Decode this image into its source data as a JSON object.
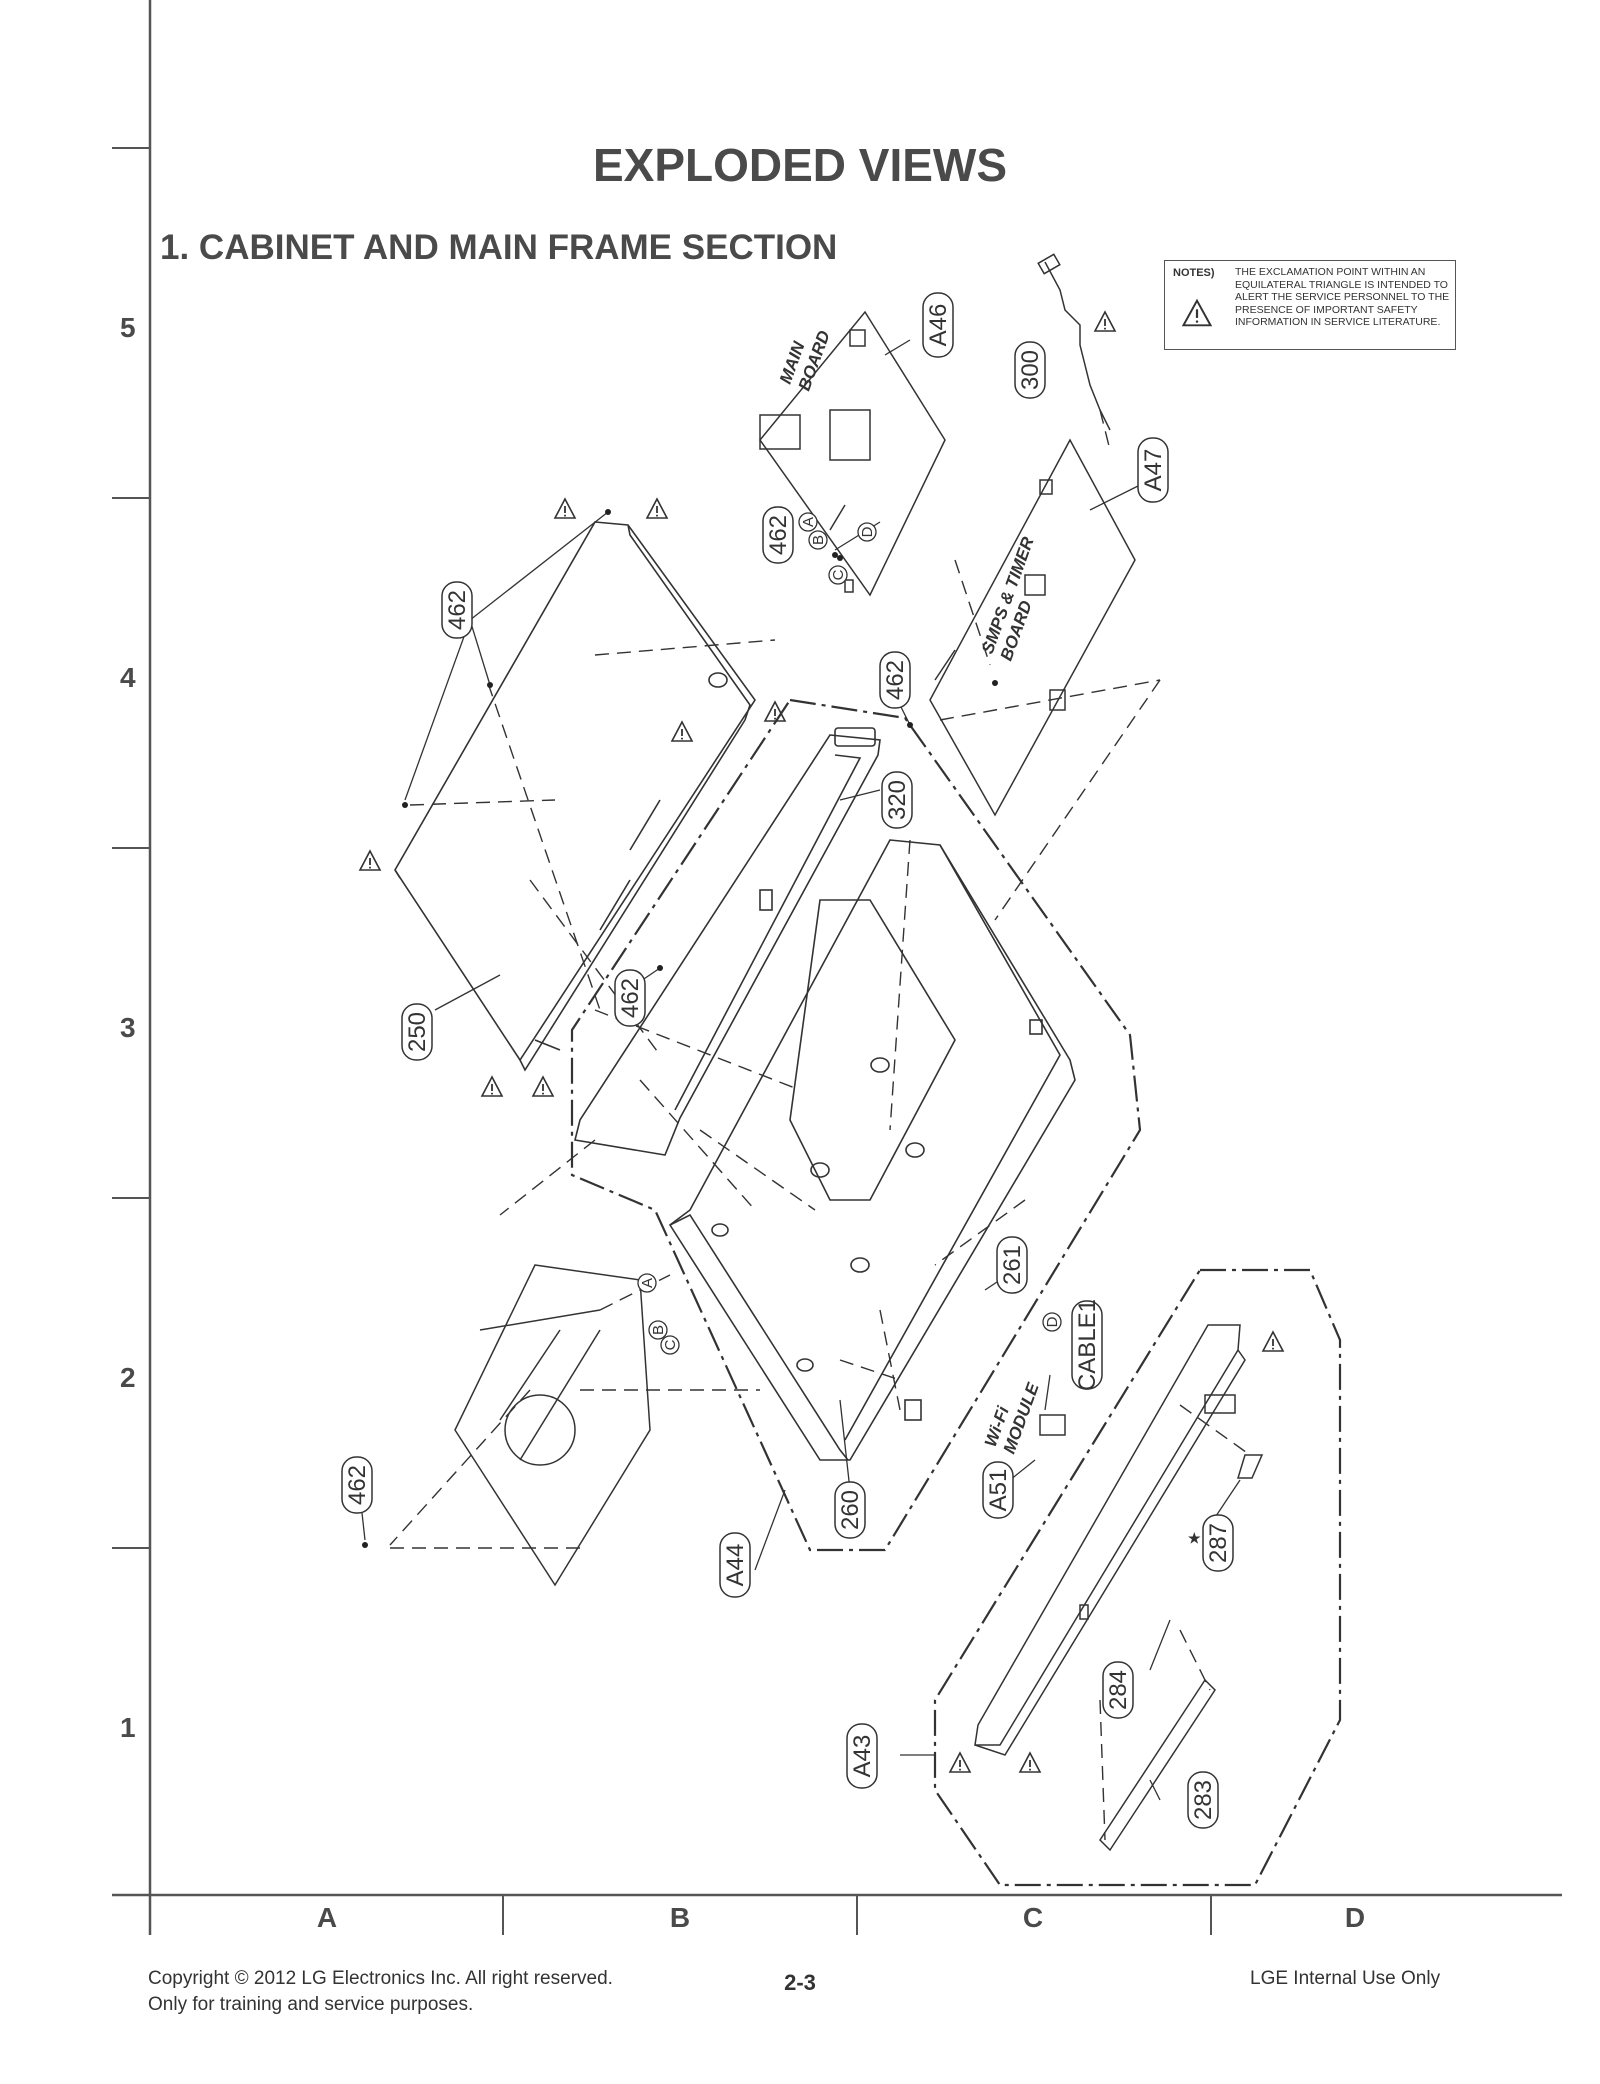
{
  "page": {
    "title": "EXPLODED VIEWS",
    "section_title": "1. CABINET AND MAIN FRAME SECTION",
    "page_number": "2-3"
  },
  "grid": {
    "rows": [
      "5",
      "4",
      "3",
      "2",
      "1"
    ],
    "columns": [
      "A",
      "B",
      "C",
      "D"
    ]
  },
  "notes": {
    "label": "NOTES)",
    "text": "THE EXCLAMATION POINT WITHIN AN EQUILATERAL TRIANGLE IS INTENDED TO ALERT THE SERVICE PERSONNEL TO THE PRESENCE OF IMPORTANT SAFETY INFORMATION IN SERVICE LITERATURE."
  },
  "board_labels": {
    "main_board": [
      "MAIN",
      "BOARD"
    ],
    "smps_board": [
      "SMPS & TIMER",
      "BOARD"
    ],
    "wifi_module": [
      "Wi-Fi",
      "MODULE"
    ]
  },
  "callouts": {
    "a46": "A46",
    "a47": "A47",
    "p300": "300",
    "p462_main": "462",
    "p462_top_cover": "462",
    "p462_smps": "462",
    "p462_frame": "462",
    "p462_front": "462",
    "p320": "320",
    "p250": "250",
    "p261": "261",
    "cable1": "CABLE1",
    "a51": "A51",
    "p260": "260",
    "a44": "A44",
    "p287": "287",
    "p284": "284",
    "a43": "A43",
    "p283": "283"
  },
  "connectors": {
    "main_a": "A",
    "main_b": "B",
    "main_c": "C",
    "main_d": "D",
    "front_a": "A",
    "front_b": "B",
    "front_c": "C",
    "wifi_d": "D"
  },
  "footer": {
    "copyright_line1": "Copyright © 2012 LG Electronics Inc. All right reserved.",
    "copyright_line2": "Only for training and service purposes.",
    "internal": "LGE Internal Use Only"
  }
}
